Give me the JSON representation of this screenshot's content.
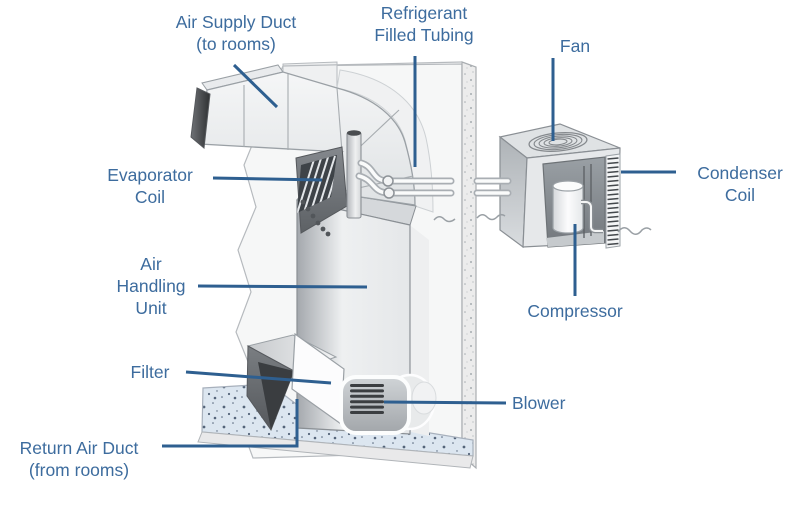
{
  "diagram": {
    "type": "hvac-split-system-cutaway",
    "labels": {
      "air_supply_duct": {
        "line1": "Air Supply Duct",
        "line2": "(to rooms)"
      },
      "refrigerant_tubing": {
        "line1": "Refrigerant",
        "line2": "Filled Tubing"
      },
      "fan": {
        "line1": "Fan"
      },
      "evaporator_coil": {
        "line1": "Evaporator",
        "line2": "Coil"
      },
      "condenser_coil": {
        "line1": "Condenser",
        "line2": "Coil"
      },
      "air_handling_unit": {
        "line1": "Air",
        "line2": "Handling",
        "line3": "Unit"
      },
      "compressor": {
        "line1": "Compressor"
      },
      "filter": {
        "line1": "Filter"
      },
      "blower": {
        "line1": "Blower"
      },
      "return_air_duct": {
        "line1": "Return Air Duct",
        "line2": "(from rooms)"
      }
    },
    "colors": {
      "label_text": "#3d6c9e",
      "leader_line": "#2e5f90",
      "slab_blue": "#dce6f0",
      "slab_speckle": "#55657a",
      "equipment_outline": "#8a8f94",
      "dark_duct": "#3a3d40",
      "background": "#ffffff"
    }
  }
}
